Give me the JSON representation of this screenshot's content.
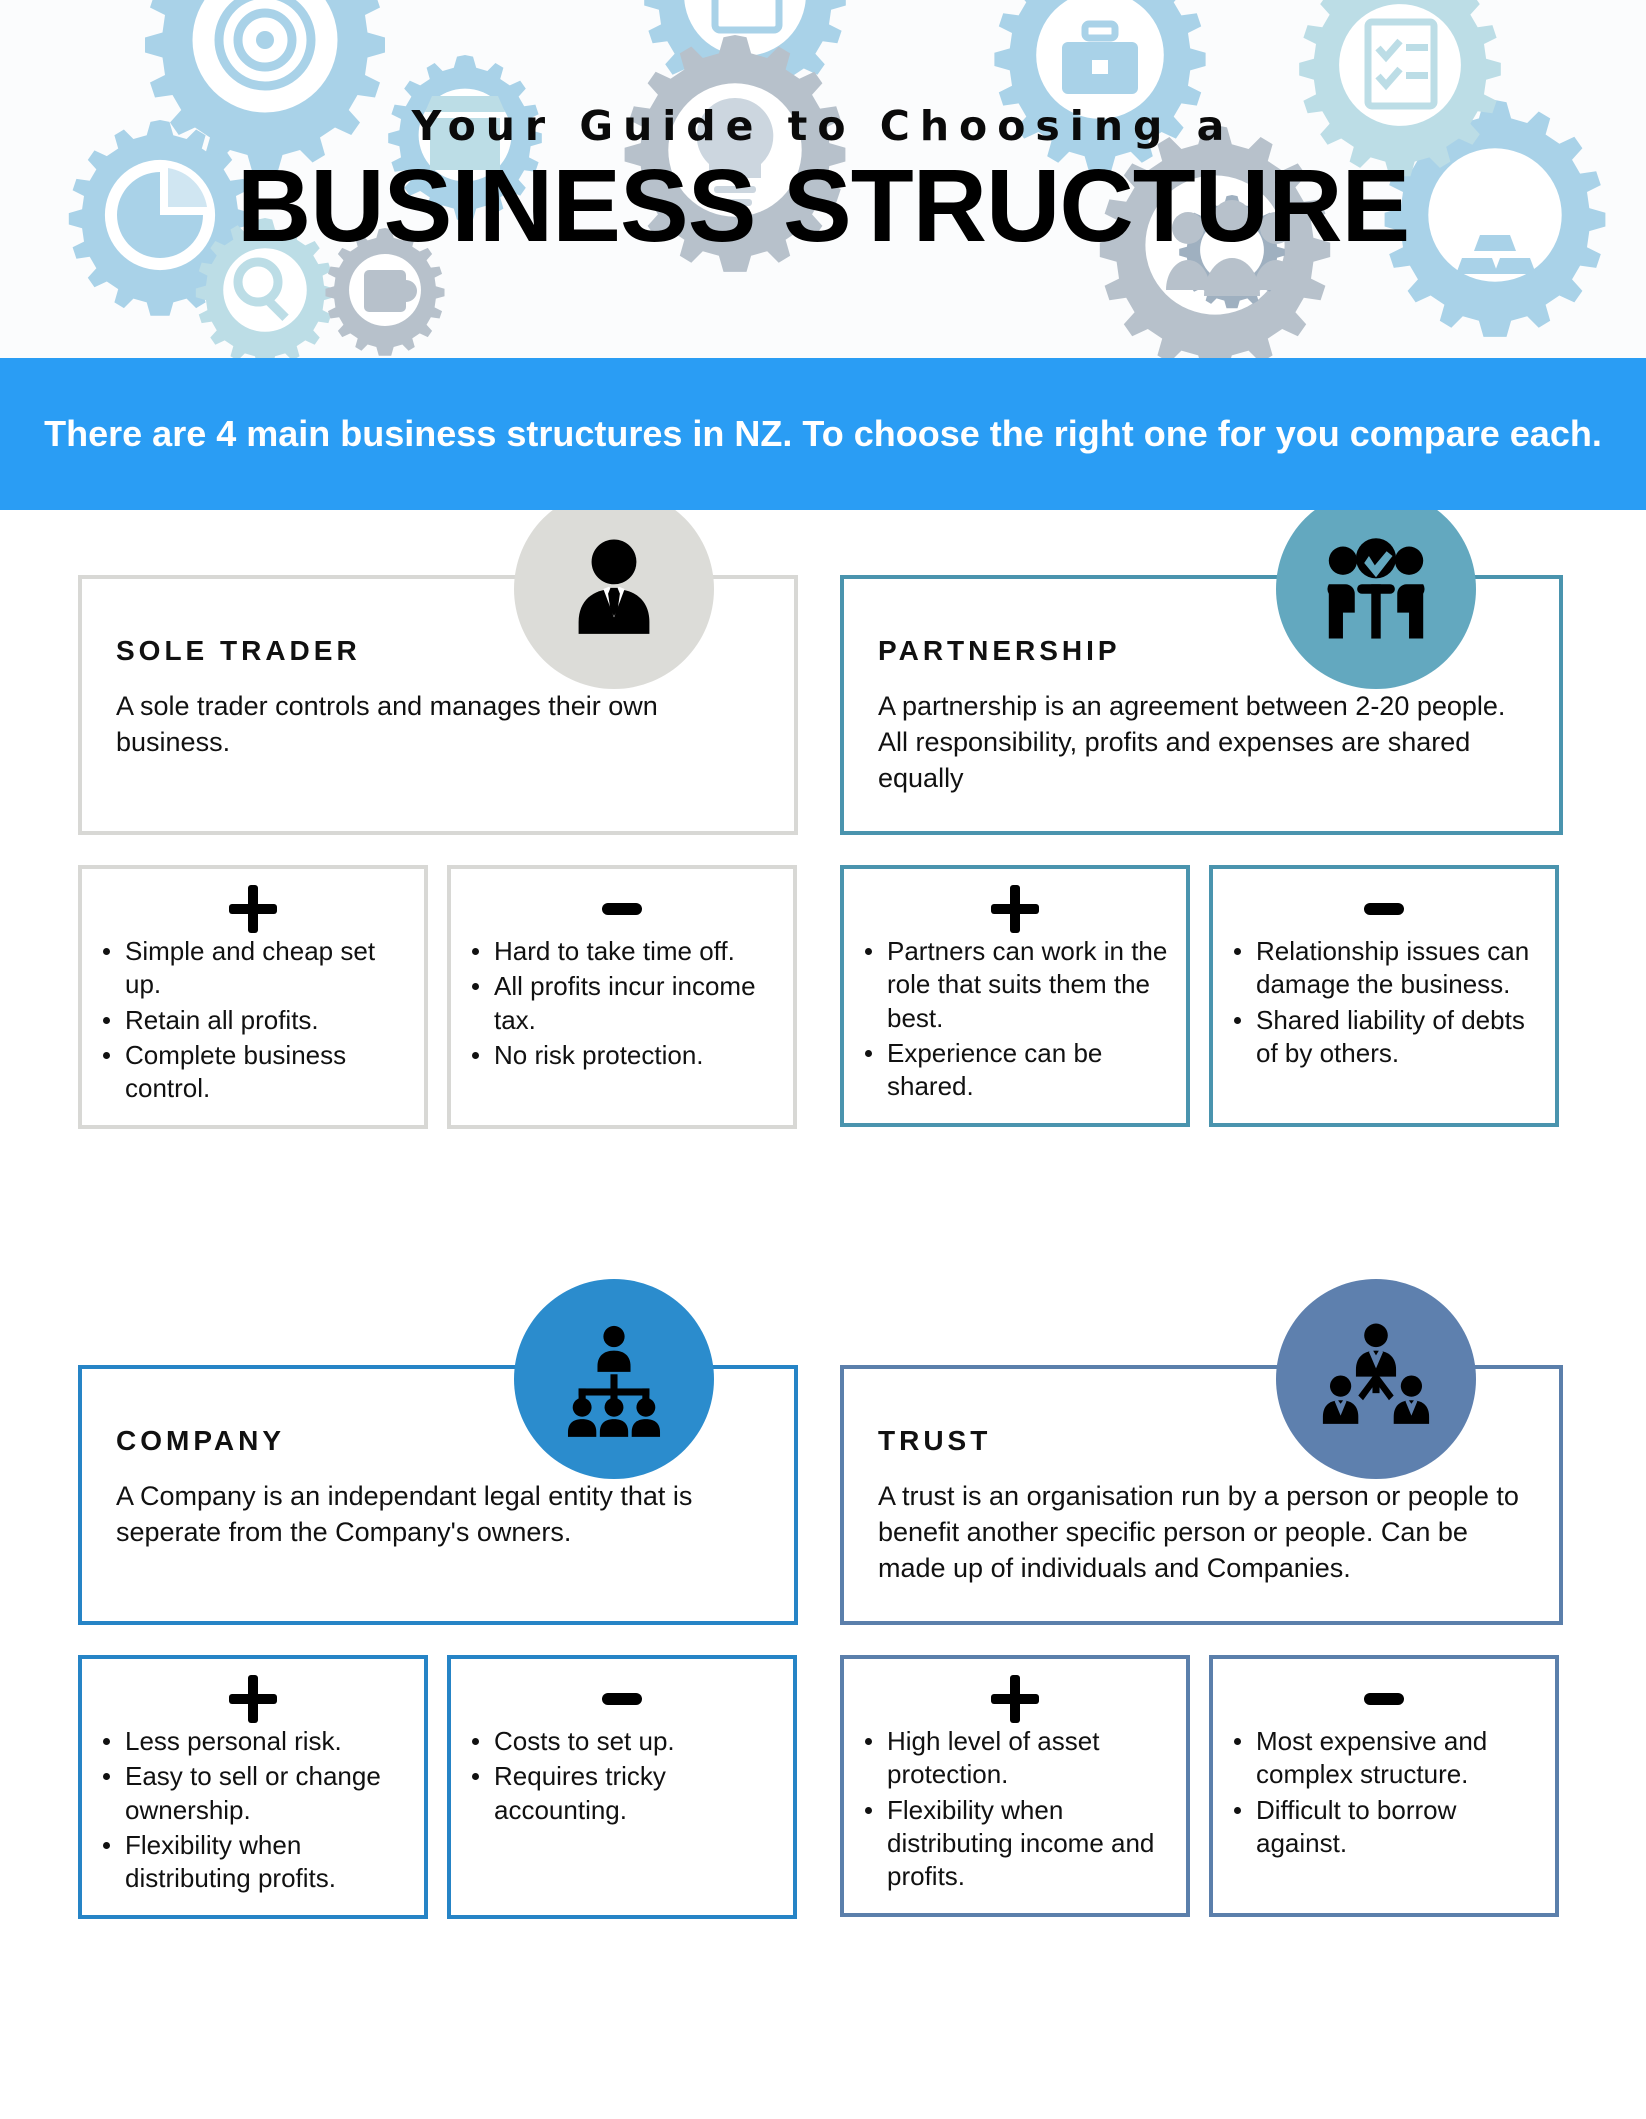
{
  "header": {
    "kicker": "Your Guide to Choosing a",
    "title": "BUSINESS STRUCTURE",
    "background_icons": [
      "target-icon",
      "calendar-icon",
      "briefcase-icon",
      "checklist-icon",
      "pie-chart-icon",
      "lightbulb-icon",
      "storefront-icon",
      "search-icon",
      "puzzle-icon",
      "people-group-icon",
      "gold-bars-icon"
    ]
  },
  "banner": {
    "text": "There are 4 main business structures in NZ. To choose the right one for you compare each.",
    "background_color": "#2a9df4",
    "text_color": "#ffffff"
  },
  "structures": [
    {
      "id": "sole-trader",
      "title": "SOLE TRADER",
      "description": "A sole trader controls and manages their own business.",
      "icon": "businessperson-icon",
      "accent_color": "#d8d8d5",
      "badge_color": "#dcdcd8",
      "pros_sign": "+",
      "cons_sign": "−",
      "pros": [
        "Simple and cheap set up.",
        "Retain all profits.",
        "Complete business control."
      ],
      "cons": [
        "Hard to take time off.",
        "All profits incur income tax.",
        "No risk protection."
      ]
    },
    {
      "id": "partnership",
      "title": "PARTNERSHIP",
      "description": "A partnership is an agreement between 2-20 people. All responsibility, profits and expenses are shared equally",
      "icon": "partnership-handshake-icon",
      "accent_color": "#4a94ae",
      "badge_color": "#63a8bf",
      "pros_sign": "+",
      "cons_sign": "−",
      "pros": [
        "Partners can work in the role that suits them the best.",
        "Experience can be shared."
      ],
      "cons": [
        "Relationship issues can damage the business.",
        "Shared liability of debts of by others."
      ]
    },
    {
      "id": "company",
      "title": "COMPANY",
      "description": "A Company is an independant legal entity that is seperate from the Company's owners.",
      "icon": "org-chart-icon",
      "accent_color": "#2684c6",
      "badge_color": "#2b8ccd",
      "pros_sign": "+",
      "cons_sign": "−",
      "pros": [
        "Less personal risk.",
        "Easy to sell or change ownership.",
        "Flexibility when distributing profits."
      ],
      "cons": [
        "Costs to set up.",
        "Requires tricky accounting."
      ]
    },
    {
      "id": "trust",
      "title": "TRUST",
      "description": "A trust is an organisation run by a person or people to benefit another specific person or people. Can be made up of individuals and Companies.",
      "icon": "trust-network-icon",
      "accent_color": "#5b7fab",
      "badge_color": "#5e80ae",
      "pros_sign": "+",
      "cons_sign": "−",
      "pros": [
        "High level of asset protection.",
        "Flexibility when distributing income and profits."
      ],
      "cons": [
        "Most expensive and complex structure.",
        "Difficult to borrow against."
      ]
    }
  ]
}
